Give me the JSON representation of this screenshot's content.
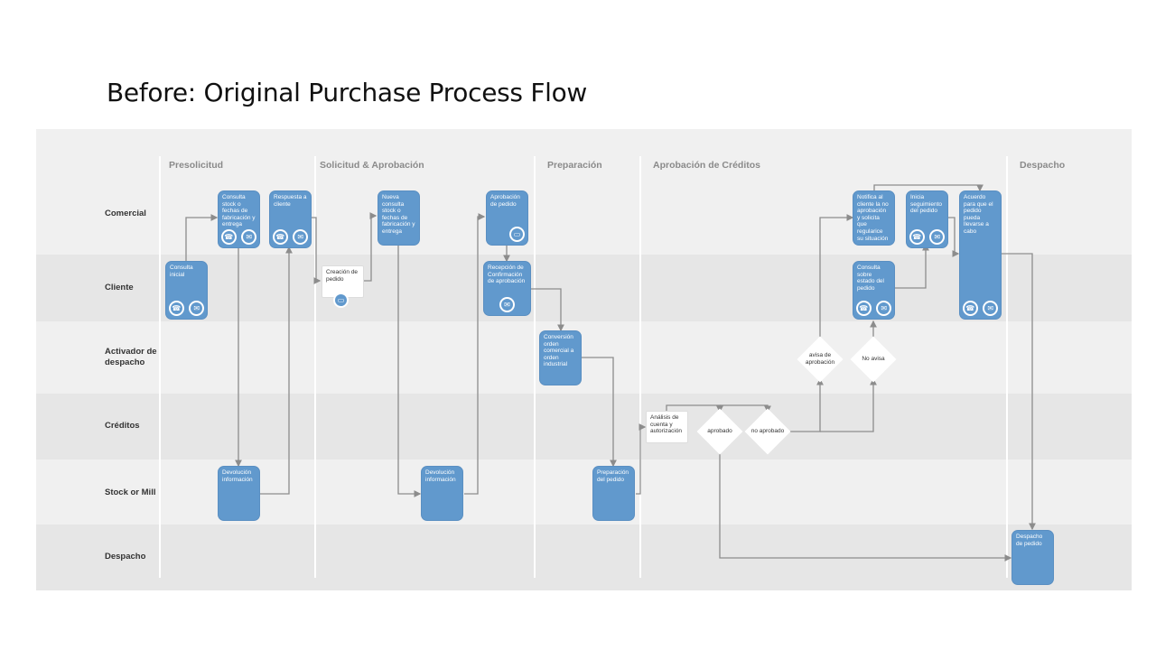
{
  "title": "Before: Original Purchase Process Flow",
  "phases": [
    "Presolicitud",
    "Solicitud & Aprobación",
    "Preparación",
    "Aprobación de Créditos",
    "Despacho"
  ],
  "lanes": [
    "Comercial",
    "Cliente",
    "Activador de despacho",
    "Créditos",
    "Stock or Mill",
    "Despacho"
  ],
  "nodes": {
    "consulta_inicial": "Consulta inicial",
    "consulta_stock": "Consulta stock o fechas de fabricación y entrega",
    "respuesta_cliente": "Respuesta a cliente",
    "devolucion_1": "Devolución información",
    "creacion_pedido": "Creación de pedido",
    "nueva_consulta": "Nueva consulta stock o fechas de fabricación y entrega",
    "devolucion_2": "Devolución información",
    "aprobacion_pedido": "Aprobación de pedido",
    "recepcion_confirmacion": "Recepción de Confirmación de aprobación",
    "conversion_orden": "Conversión orden comercial a orden industrial",
    "preparacion_pedido": "Preparación del pedido",
    "analisis_cuenta": "Análisis de cuenta y autorización",
    "notifica_cliente": "Notifica al cliente la no aprobación y solicita que regularice su situación",
    "consulta_estado": "Consulta sobre estado del pedido",
    "inicia_seguimiento": "Inicia seguimiento del pedido",
    "acuerdo": "Acuerdo para que el pedido pueda llevarse a cabo",
    "despacho_pedido": "Despacho de pedido"
  },
  "decisions": {
    "aprobado": "aprobado",
    "no_aprobado": "no aprobado",
    "avisa_aprobacion": "avisa de aprobación",
    "no_avisa": "No avisa"
  },
  "icons": {
    "phone": "☎",
    "mail": "✉",
    "computer": "▭"
  },
  "colors": {
    "node_blue": "#6199cd",
    "board_bg": "#f0f0f0",
    "band_alt": "#e6e6e6",
    "arrow": "#8c8c8c"
  }
}
